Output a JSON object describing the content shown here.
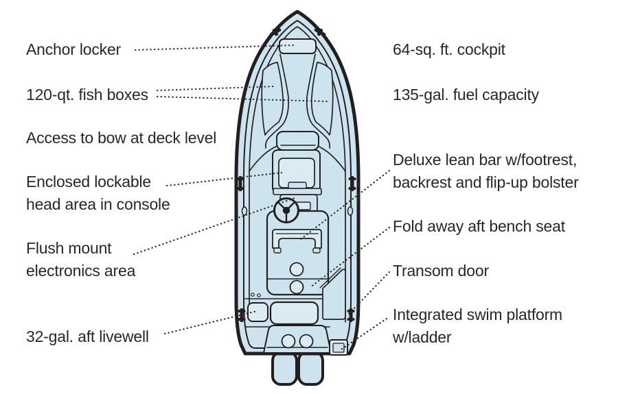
{
  "diagram": {
    "subject": "center-console boat top view feature diagram",
    "colors": {
      "ink": "#231f20",
      "boat_fill": "#cde4ee",
      "panel_fill": "#daebf3",
      "text": "#2a2627",
      "background": "#ffffff"
    }
  },
  "labels": {
    "anchor_locker": "Anchor locker",
    "fish_boxes": "120-qt. fish boxes",
    "bow_access": "Access to bow at deck level",
    "head_area": "Enclosed lockable\nhead area in console",
    "electronics": "Flush mount\nelectronics area",
    "livewell": "32-gal. aft livewell",
    "cockpit": "64-sq. ft. cockpit",
    "fuel_capacity": "135-gal. fuel capacity",
    "lean_bar": "Deluxe lean bar w/footrest,\nbackrest and flip-up bolster",
    "bench_seat": "Fold away aft bench seat",
    "transom_door": "Transom door",
    "swim_platform": "Integrated swim platform\nw/ladder"
  }
}
